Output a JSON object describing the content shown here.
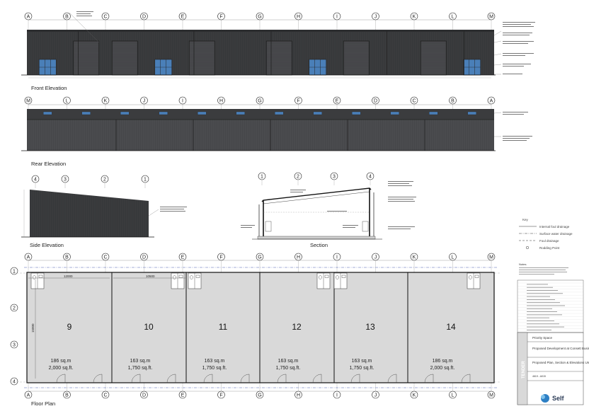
{
  "grid_front": [
    "A",
    "B",
    "C",
    "D",
    "E",
    "F",
    "G",
    "H",
    "I",
    "J",
    "K",
    "L",
    "M"
  ],
  "grid_rear": [
    "M",
    "L",
    "K",
    "J",
    "I",
    "H",
    "G",
    "F",
    "E",
    "D",
    "C",
    "B",
    "A"
  ],
  "grid_side": [
    "4",
    "3",
    "2",
    "1"
  ],
  "grid_section": [
    "1",
    "2",
    "3",
    "4"
  ],
  "grid_floor_left": [
    "1",
    "2",
    "3",
    "4"
  ],
  "views": {
    "front": "Front Elevation",
    "rear": "Rear Elevation",
    "side": "Side Elevation",
    "section": "Section",
    "floor": "Floor Plan"
  },
  "units": [
    {
      "number": "9",
      "area_m": "186 sq.m",
      "area_ft": "2,000 sq.ft."
    },
    {
      "number": "10",
      "area_m": "163 sq.m",
      "area_ft": "1,750 sq.ft."
    },
    {
      "number": "11",
      "area_m": "163 sq.m",
      "area_ft": "1,750 sq.ft."
    },
    {
      "number": "12",
      "area_m": "163 sq.m",
      "area_ft": "1,750 sq.ft."
    },
    {
      "number": "13",
      "area_m": "163 sq.m",
      "area_ft": "1,750 sq.ft."
    },
    {
      "number": "14",
      "area_m": "186 sq.m",
      "area_ft": "2,000 sq.ft."
    }
  ],
  "dimensions": {
    "unit_width_a": "12000",
    "unit_width_b": "10500",
    "depth": "15000"
  },
  "key": {
    "title": "Key",
    "items": [
      "Internal foul drainage",
      "Surface water drainage",
      "Foul drainage",
      "Rodding Point"
    ]
  },
  "notes_title": "Notes",
  "title_block": {
    "tender": "TENDER",
    "client": "Priority Space",
    "project": "Proposed Development at Consett Business Park",
    "drawing": "Proposed Plan, Section & Elevations Units 9 to 14",
    "number": "4619 - A015",
    "company": "Self"
  },
  "colors": {
    "cladding": "#3a3b3d",
    "panel": "#56575a",
    "glazing": "#4a7fb8",
    "floor": "#d9d9d9"
  }
}
